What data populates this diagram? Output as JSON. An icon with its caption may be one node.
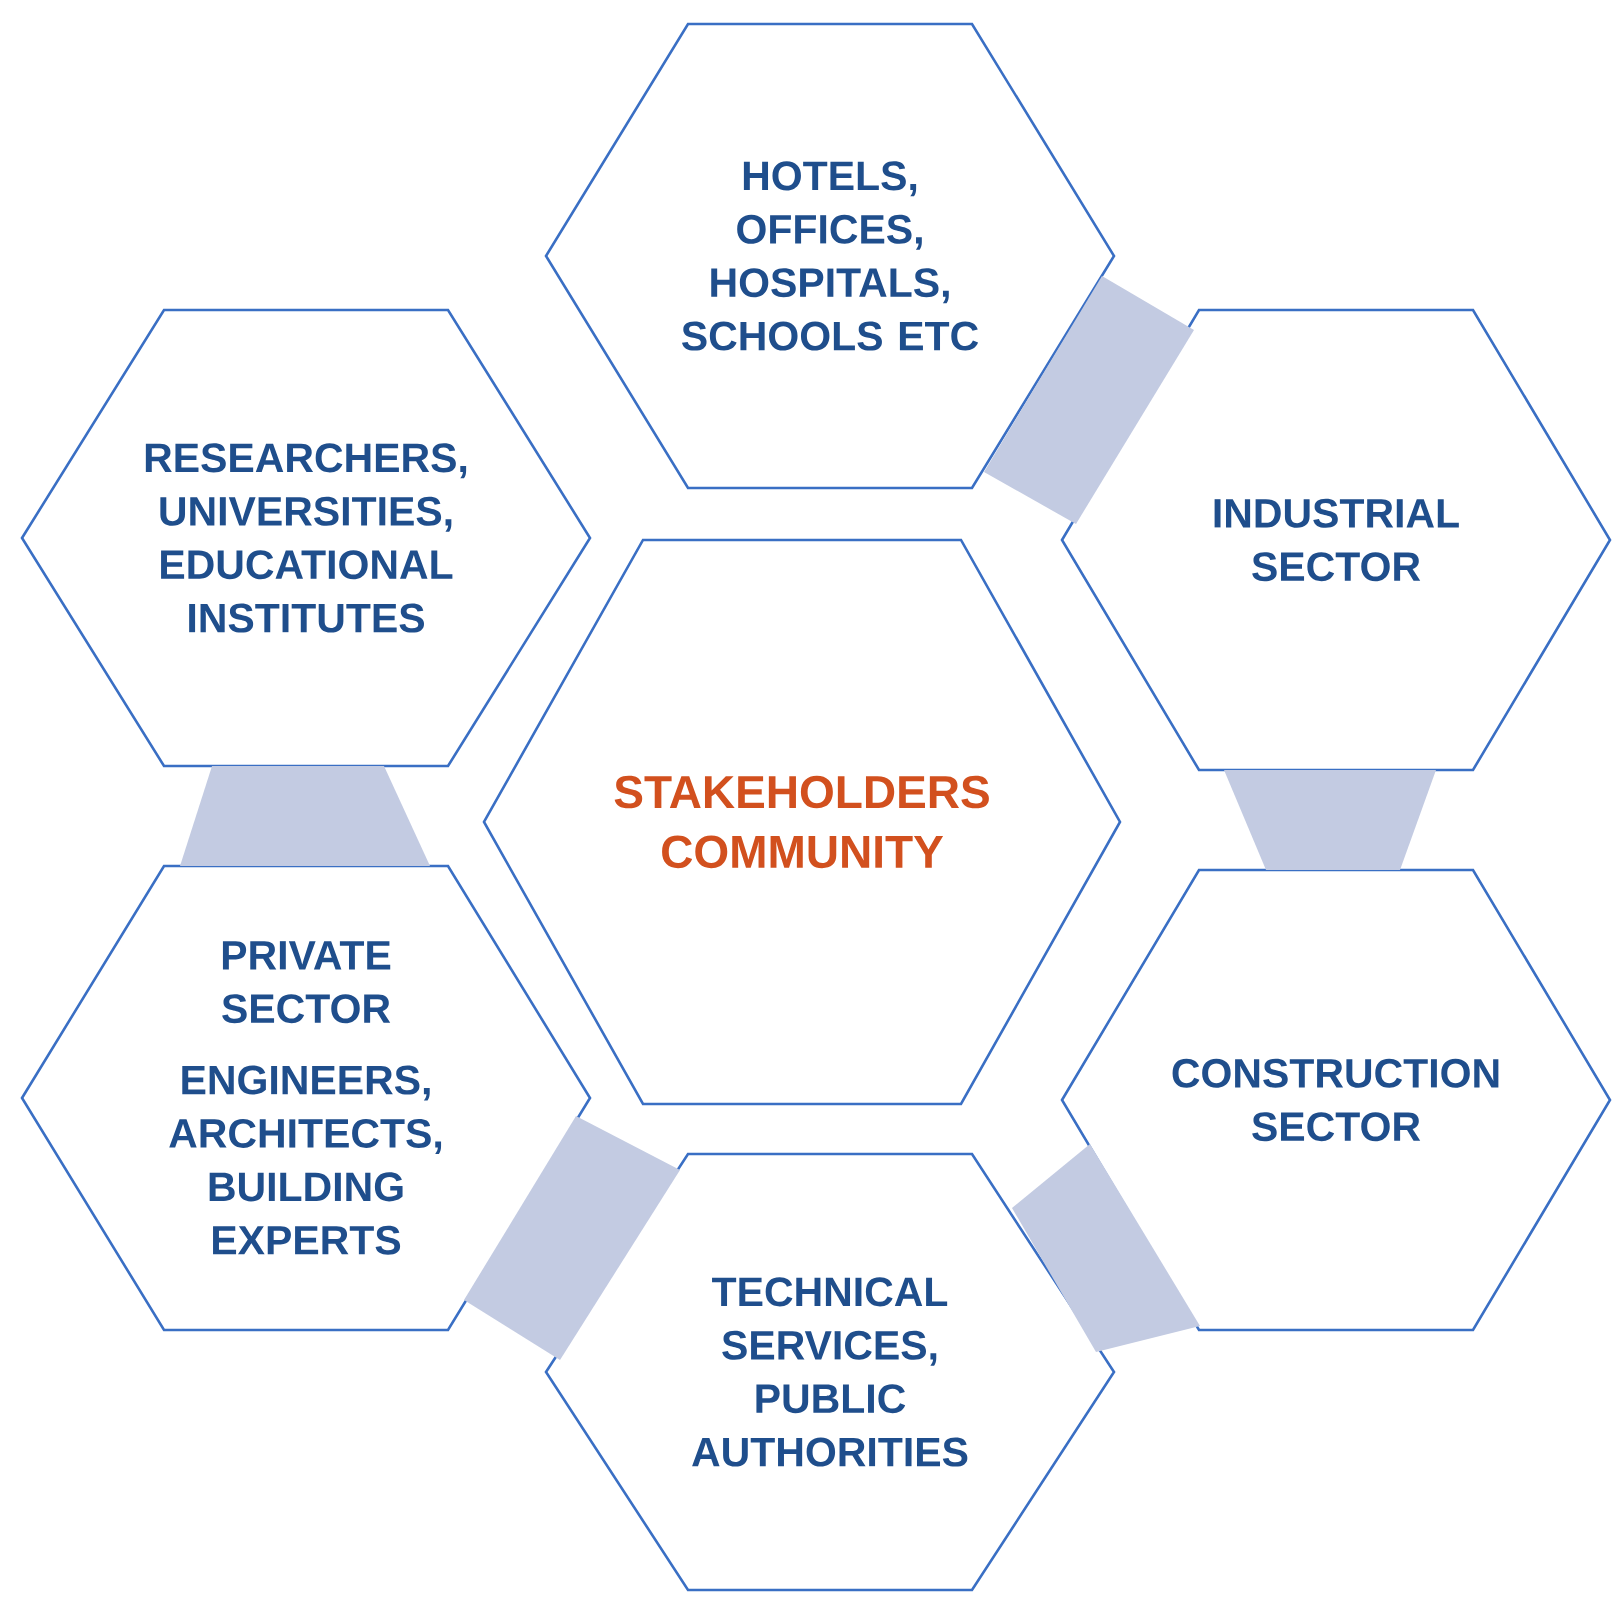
{
  "diagram": {
    "nodes": [
      {
        "text": [
          "HOTELS, OFFICES, HOSPITALS, SCHOOLS ETC"
        ]
      },
      {
        "text": [
          "RESEARCHERS, UNIVERSITIES, EDUCATIONAL INSTITUTES"
        ]
      },
      {
        "text": [
          "INDUSTRIAL SECTOR"
        ]
      },
      {
        "text": [
          "STAKEHOLDERS COMMUNITY"
        ]
      },
      {
        "text": [
          "PRIVATE SECTOR",
          "ENGINEERS, ARCHITECTS, BUILDING EXPERTS"
        ]
      },
      {
        "text": [
          "CONSTRUCTION SECTOR"
        ]
      },
      {
        "text": [
          "TECHNICAL SERVICES, PUBLIC AUTHORITIES"
        ]
      }
    ],
    "edges": [
      {
        "from": 0,
        "to": 2,
        "arrow": "none"
      },
      {
        "from": 2,
        "to": 5,
        "arrow": "none"
      },
      {
        "from": 5,
        "to": 6,
        "arrow": "none"
      },
      {
        "from": 6,
        "to": 4,
        "arrow": "none"
      },
      {
        "from": 4,
        "to": 1,
        "arrow": "none"
      }
    ]
  }
}
